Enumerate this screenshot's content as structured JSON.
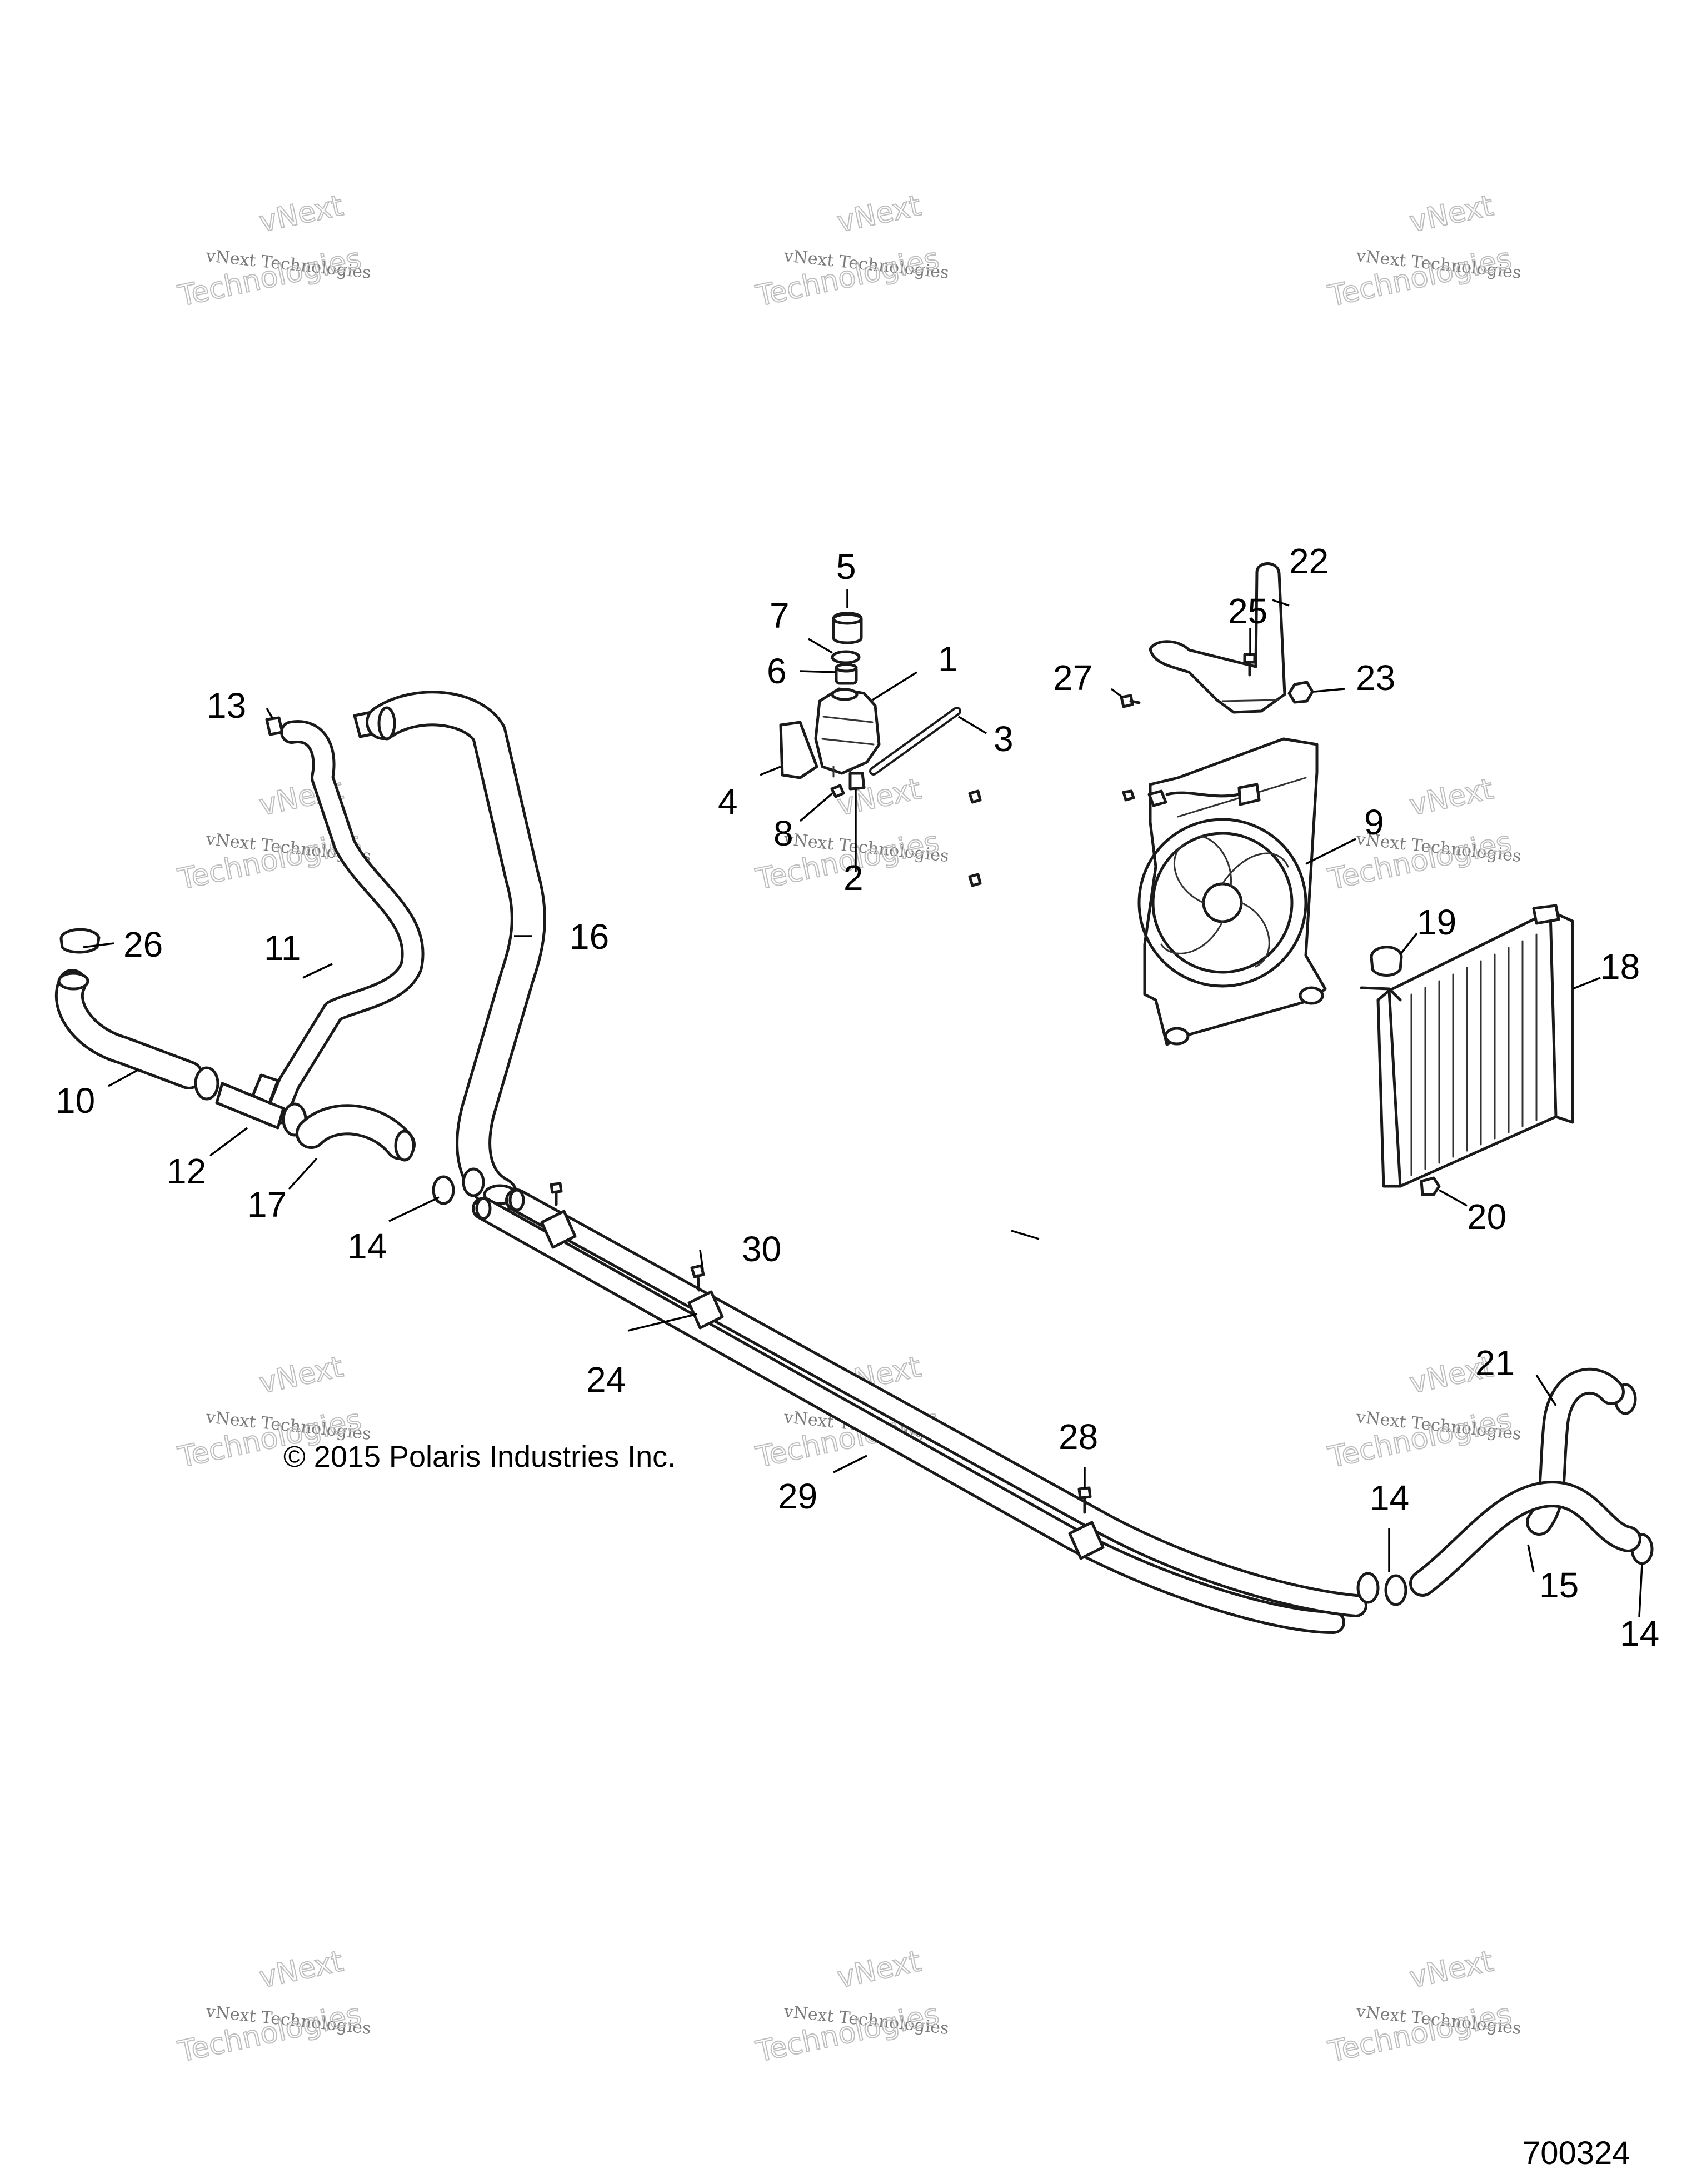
{
  "callouts": {
    "c1": "1",
    "c2": "2",
    "c3": "3",
    "c4": "4",
    "c5": "5",
    "c6": "6",
    "c7": "7",
    "c8": "8",
    "c9": "9",
    "c10": "10",
    "c11": "11",
    "c12": "12",
    "c13": "13",
    "c14a": "14",
    "c14b": "14",
    "c14c": "14",
    "c15": "15",
    "c16": "16",
    "c17": "17",
    "c18": "18",
    "c19": "19",
    "c20": "20",
    "c21": "21",
    "c22": "22",
    "c23": "23",
    "c24": "24",
    "c25": "25",
    "c26": "26",
    "c27": "27",
    "c28": "28",
    "c29": "29",
    "c30": "30"
  },
  "copyright": "© 2015 Polaris Industries Inc.",
  "drawing_number": "700324",
  "watermark": {
    "small": "vNext Technologies",
    "large": "Technologies",
    "top": "vNext"
  }
}
